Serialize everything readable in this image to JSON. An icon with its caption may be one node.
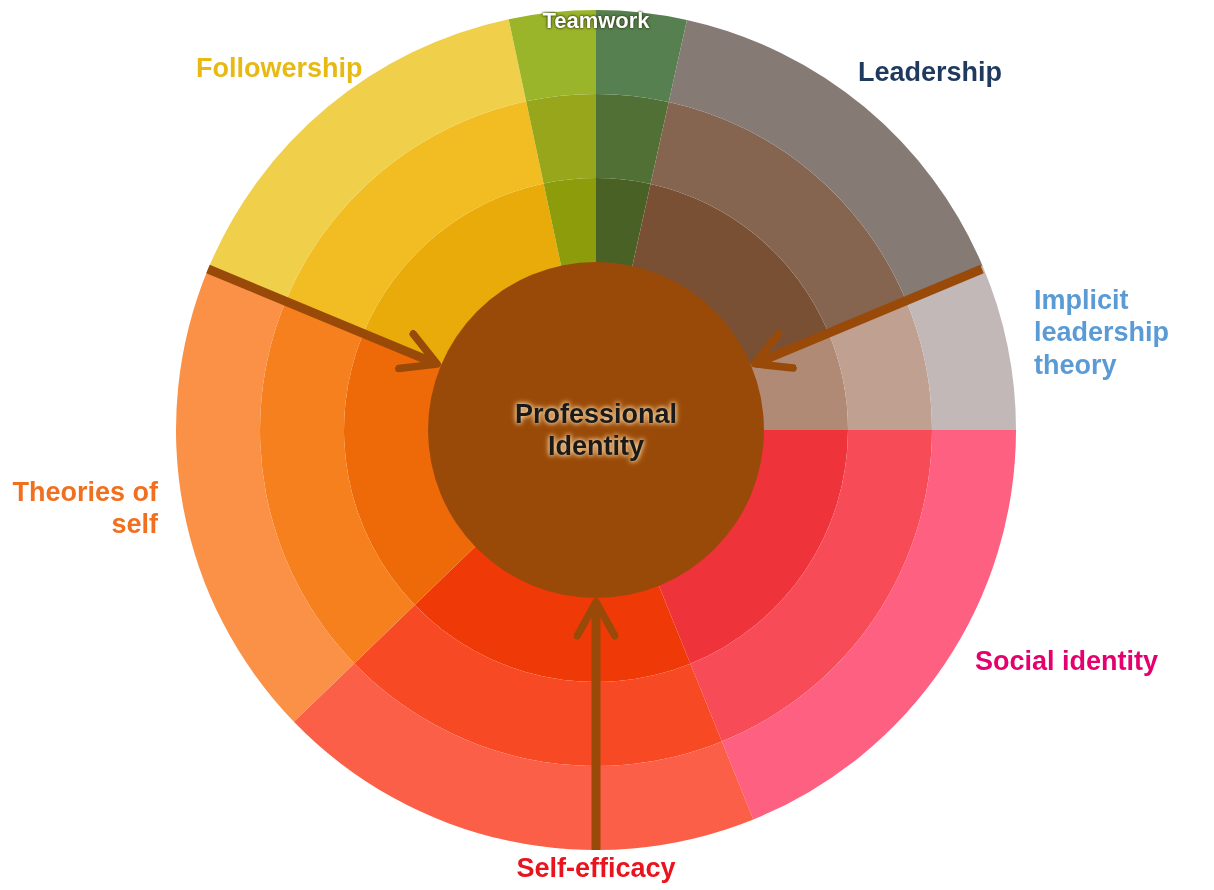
{
  "diagram": {
    "nodes": [
      {
        "text": [
          "Professional Identity"
        ]
      },
      {
        "text": [
          "Followership"
        ]
      },
      {
        "text": [
          "Teamwork"
        ]
      },
      {
        "text": [
          "Leadership"
        ]
      },
      {
        "text": [
          "Implicit leadership theory"
        ]
      },
      {
        "text": [
          "Social identity"
        ]
      },
      {
        "text": [
          "Self-efficacy"
        ]
      },
      {
        "text": [
          "Theories of self"
        ]
      }
    ],
    "edges": [
      {
        "from": null,
        "to": 0,
        "arrow": "to"
      },
      {
        "from": null,
        "to": 0,
        "arrow": "to"
      },
      {
        "from": 6,
        "to": 0,
        "arrow": "to"
      }
    ]
  }
}
